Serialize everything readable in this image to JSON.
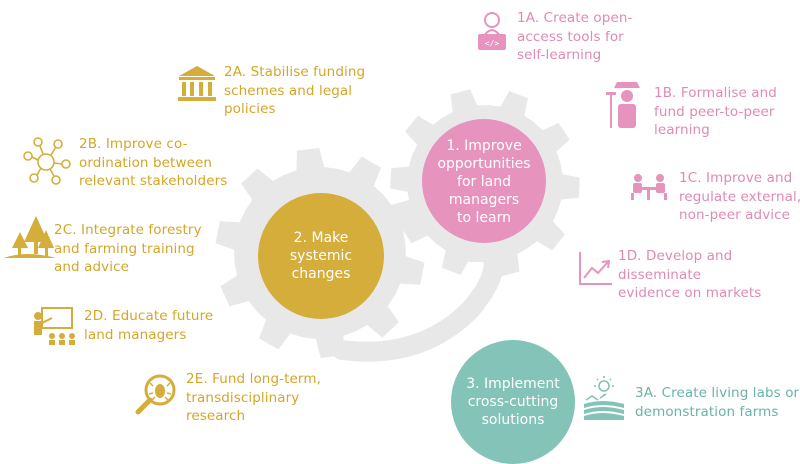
{
  "colors": {
    "pink": "#e693bd",
    "gold": "#d5ad3b",
    "teal": "#83c3b8",
    "gear": "#e8e8e8",
    "pink_text": "#e08ab4",
    "gold_text": "#d4a628",
    "teal_text": "#6ab3a8"
  },
  "hubs": {
    "learn": {
      "lines": [
        "1. Improve",
        "opportunities",
        "for land",
        "managers",
        "to learn"
      ]
    },
    "systemic": {
      "lines": [
        "2. Make",
        "systemic",
        "changes"
      ]
    },
    "cross": {
      "lines": [
        "3. Implement",
        "cross-cutting",
        "solutions"
      ]
    }
  },
  "actions": {
    "a1": {
      "icon": "person-laptop-icon",
      "lines": [
        "1A. Create open-",
        "access tools for",
        "self-learning"
      ]
    },
    "b1": {
      "icon": "farmer-icon",
      "lines": [
        "1B. Formalise and",
        "fund peer-to-peer",
        "learning"
      ]
    },
    "c1": {
      "icon": "meeting-table-icon",
      "lines": [
        "1C. Improve and",
        "regulate external,",
        "non-peer advice"
      ]
    },
    "d1": {
      "icon": "trend-chart-icon",
      "lines": [
        "1D. Develop and",
        "disseminate",
        "evidence on markets"
      ]
    },
    "a2": {
      "icon": "institution-icon",
      "lines": [
        "2A. Stabilise funding",
        "schemes and legal",
        "policies"
      ]
    },
    "b2": {
      "icon": "network-icon",
      "lines": [
        "2B. Improve co-",
        "ordination between",
        "relevant stakeholders"
      ]
    },
    "c2": {
      "icon": "forest-icon",
      "lines": [
        "2C. Integrate forestry",
        "and farming training",
        "and advice"
      ]
    },
    "d2": {
      "icon": "teacher-icon",
      "lines": [
        "2D. Educate future",
        "land managers"
      ]
    },
    "e2": {
      "icon": "magnifier-bug-icon",
      "lines": [
        "2E. Fund long-term,",
        "transdisciplinary",
        "research"
      ]
    },
    "a3": {
      "icon": "living-lab-icon",
      "lines": [
        "3A. Create living labs or",
        "demonstration farms"
      ]
    }
  }
}
